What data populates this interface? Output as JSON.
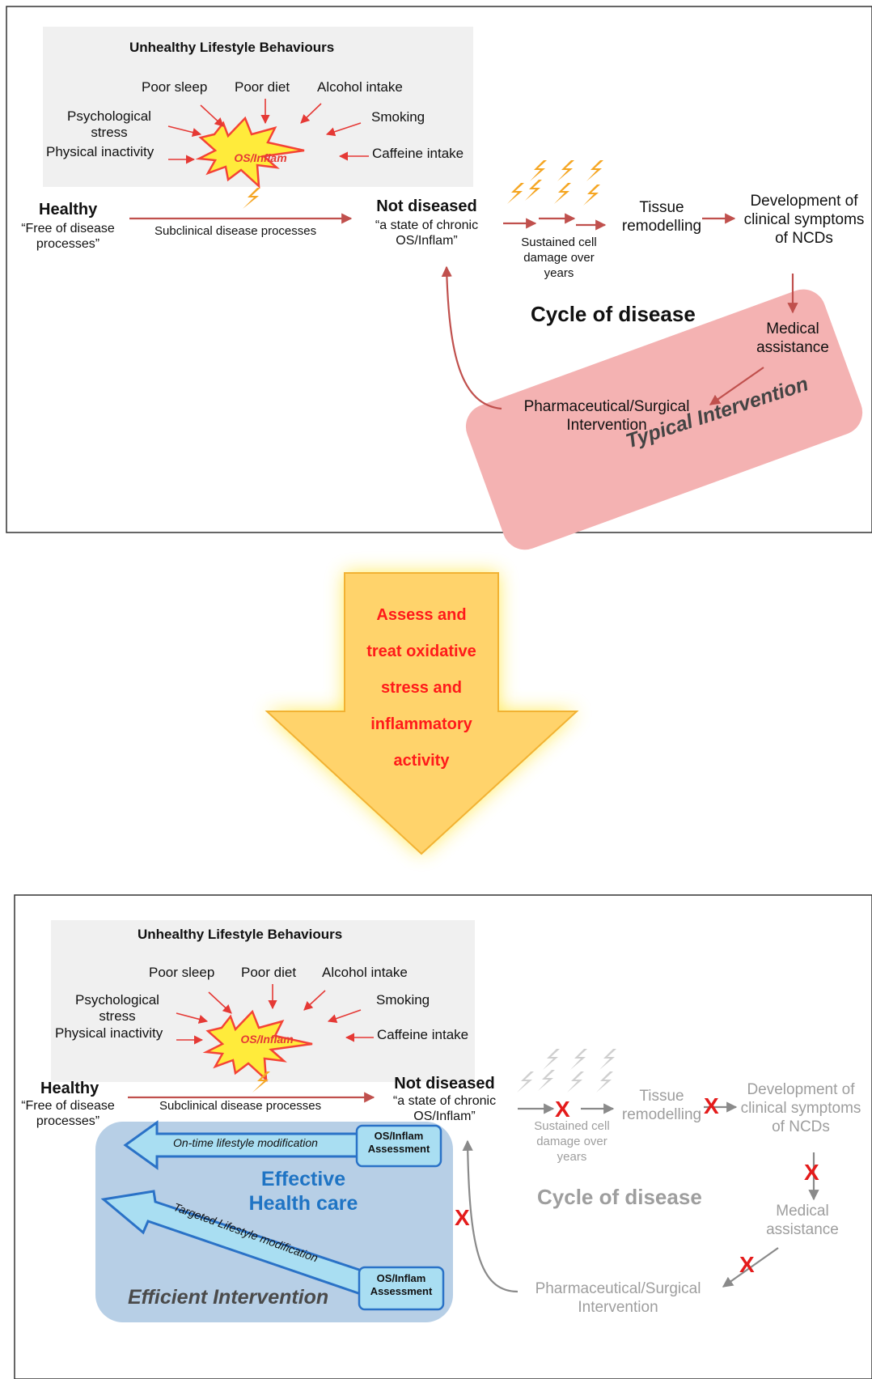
{
  "colors": {
    "red_arrow": "#e53935",
    "dark_arrow": "#c0504d",
    "grey": "#9e9e9e",
    "burst_fill": "#ffeb3b",
    "burst_stroke": "#f44336",
    "burst_text": "#e53935",
    "typical_box": "#f4b2b2",
    "efficient_box": "#b7cfe6",
    "blue_arrow_fill": "#a9def2",
    "blue_arrow_stroke": "#2a72c7",
    "effective_text": "#1f74c4",
    "big_arrow_fill": "#ffd36b",
    "big_arrow_text": "#ff1a1a",
    "x_mark": "#e41b1b"
  },
  "top_panel": {
    "lifestyle_title": "Unhealthy Lifestyle Behaviours",
    "poor_sleep": "Poor sleep",
    "poor_diet": "Poor diet",
    "alcohol": "Alcohol intake",
    "psych_1": "Psychological",
    "psych_2": "stress",
    "smoking": "Smoking",
    "physical": "Physical inactivity",
    "caffeine": "Caffeine intake",
    "burst_label": "OS/Inflam",
    "healthy": "Healthy",
    "healthy_sub_1": "“Free of disease",
    "healthy_sub_2": "processes”",
    "subclinical": "Subclinical disease processes",
    "not_diseased": "Not diseased",
    "nd_sub_1": "“a state of chronic",
    "nd_sub_2": "OS/Inflam”",
    "sustained_1": "Sustained cell",
    "sustained_2": "damage over",
    "sustained_3": "years",
    "tissue_1": "Tissue",
    "tissue_2": "remodelling",
    "dev_1": "Development of",
    "dev_2": "clinical symptoms",
    "dev_3": "of NCDs",
    "cycle": "Cycle of disease",
    "medical_1": "Medical",
    "medical_2": "assistance",
    "pharma_1": "Pharmaceutical/Surgical",
    "pharma_2": "Intervention",
    "typical": "Typical Intervention"
  },
  "middle_arrow": {
    "line_1": "Assess and",
    "line_2": "treat oxidative",
    "line_3": "stress and",
    "line_4": "inflammatory",
    "line_5": "activity"
  },
  "bottom_panel": {
    "lifestyle_title": "Unhealthy Lifestyle Behaviours",
    "poor_sleep": "Poor sleep",
    "poor_diet": "Poor diet",
    "alcohol": "Alcohol intake",
    "psych_1": "Psychological",
    "psych_2": "stress",
    "smoking": "Smoking",
    "physical": "Physical inactivity",
    "caffeine": "Caffeine intake",
    "burst_label": "OS/Inflam",
    "healthy": "Healthy",
    "healthy_sub_1": "“Free of disease",
    "healthy_sub_2": "processes”",
    "subclinical": "Subclinical disease processes",
    "not_diseased": "Not diseased",
    "nd_sub_1": "“a state of chronic",
    "nd_sub_2": "OS/Inflam”",
    "sustained_1": "Sustained cell",
    "sustained_2": "damage over",
    "sustained_3": "years",
    "tissue_1": "Tissue",
    "tissue_2": "remodelling",
    "dev_1": "Development of",
    "dev_2": "clinical symptoms",
    "dev_3": "of NCDs",
    "cycle": "Cycle of disease",
    "medical_1": "Medical",
    "medical_2": "assistance",
    "pharma_1": "Pharmaceutical/Surgical",
    "pharma_2": "Intervention",
    "ontime": "On-time lifestyle modification",
    "targeted": "Targeted Lifestyle modification",
    "assess_1": "OS/Inflam",
    "assess_2": "Assessment",
    "effective_1": "Effective",
    "effective_2": "Health care",
    "efficient": "Efficient Intervention",
    "x_mark": "X"
  }
}
